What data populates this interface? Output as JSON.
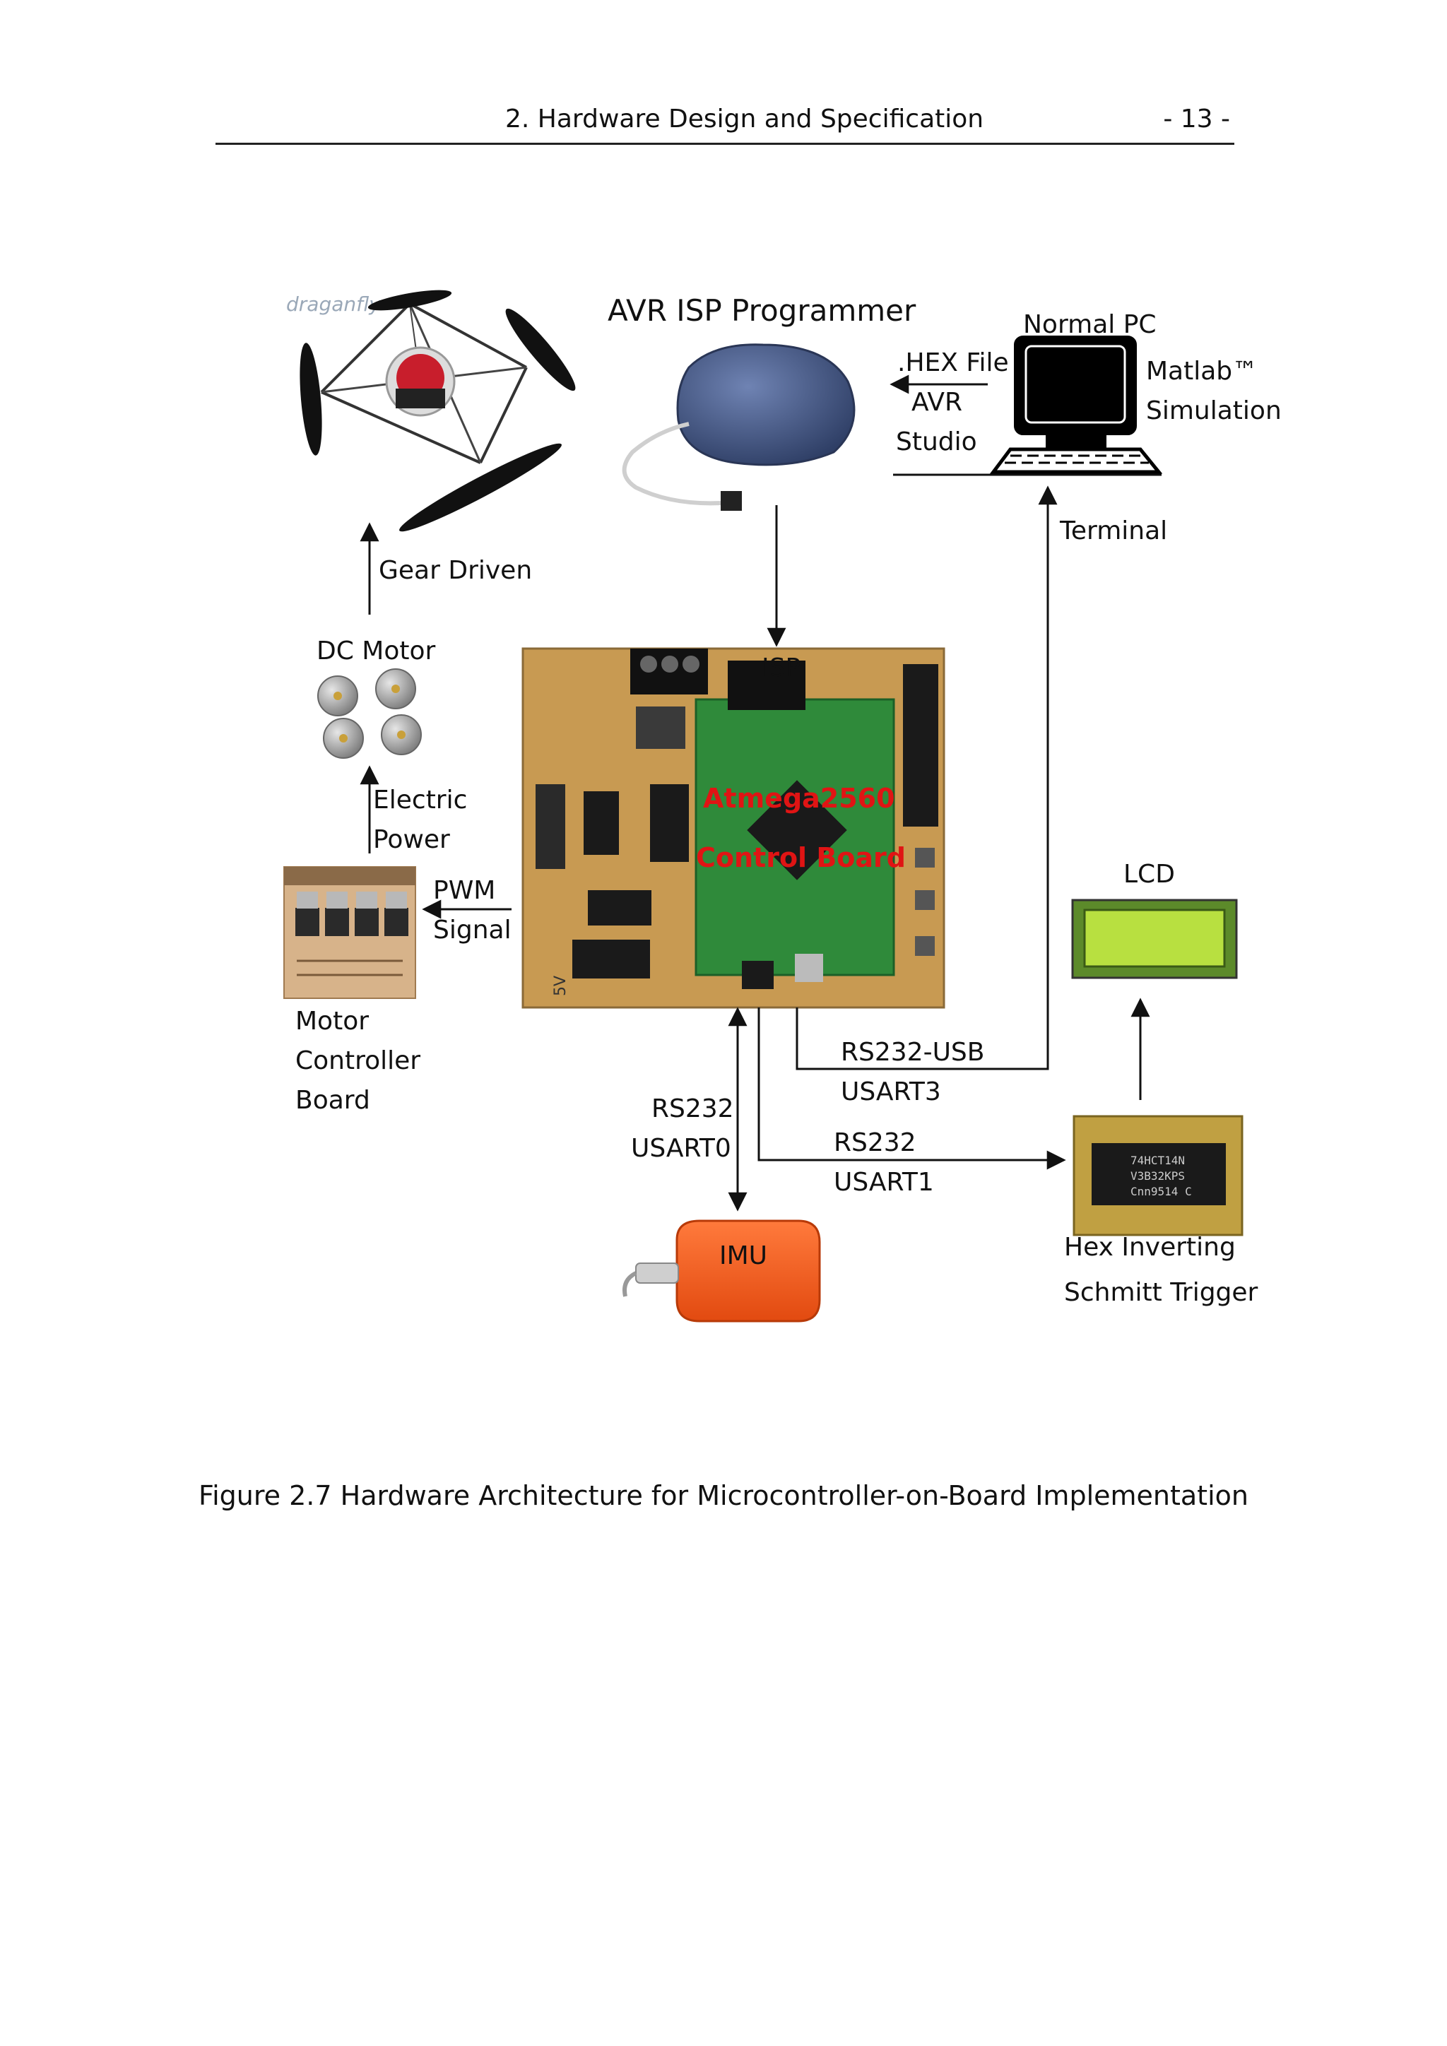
{
  "header": {
    "title": "2. Hardware Design and Specification",
    "page_number": "- 13 -"
  },
  "diagram": {
    "quadrotor": {
      "brand": "draganfly"
    },
    "avr_isp": {
      "title": "AVR ISP Programmer"
    },
    "pc": {
      "title": "Normal PC",
      "matlab_line1": "Matlab™",
      "matlab_line2": "Simulation"
    },
    "hex_file": {
      "line1": ".HEX File",
      "line2": "AVR",
      "line3": "Studio"
    },
    "terminal": "Terminal",
    "gear_driven": "Gear Driven",
    "dc_motor": "DC Motor",
    "electric_power": {
      "line1": "Electric",
      "line2": "Power"
    },
    "pwm_signal": {
      "line1": "PWM",
      "line2": "Signal"
    },
    "motor_controller": {
      "line1": "Motor",
      "line2": "Controller",
      "line3": "Board"
    },
    "control_board": {
      "isp_label": "ISP",
      "mcu_line1": "Atmega2560",
      "mcu_line2": "Control Board",
      "power_label": "5V"
    },
    "lcd": "LCD",
    "rs232_usb": {
      "line1": "RS232-USB",
      "line2": "USART3"
    },
    "rs232_usart0": {
      "line1": "RS232",
      "line2": "USART0"
    },
    "rs232_usart1": {
      "line1": "RS232",
      "line2": "USART1"
    },
    "imu": "IMU",
    "schmitt": {
      "line1": "Hex Inverting",
      "line2": "Schmitt Trigger",
      "chip_text1": "74HCT14N",
      "chip_text2": "V3B32KPS",
      "chip_text3": "Cnn9514 C"
    }
  },
  "caption": "Figure 2.7 Hardware Architecture for Microcontroller-on-Board Implementation",
  "colors": {
    "mcu_label": "#e01414",
    "lcd_screen": "#b8e040",
    "imu_body": "#f05a1e",
    "pcb_green": "#2f8a3a",
    "pcb_copper": "#c89a52"
  }
}
